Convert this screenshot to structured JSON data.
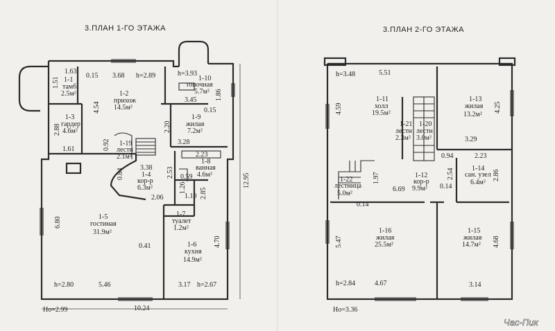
{
  "titles": {
    "plan1": "3.ПЛАН  1-ГО  ЭТАЖА",
    "plan2": "3.ПЛАН  2-ГО  ЭТАЖА"
  },
  "watermark": "Час-Пик",
  "floor1": {
    "rooms": [
      {
        "id": "1-1",
        "name": "тамб",
        "area": "2.5м²"
      },
      {
        "id": "1-2",
        "name": "прихож",
        "area": "14.5м²"
      },
      {
        "id": "1-3",
        "name": "гардер",
        "area": "4.6м²"
      },
      {
        "id": "1-4",
        "name": "кор-р",
        "area": "6.3м²"
      },
      {
        "id": "1-5",
        "name": "гостиная",
        "area": "31.9м²"
      },
      {
        "id": "1-6",
        "name": "кухня",
        "area": "14.9м²"
      },
      {
        "id": "1-7",
        "name": "туалет",
        "area": "1.2м²"
      },
      {
        "id": "1-8",
        "name": "ванная",
        "area": "4.6м²"
      },
      {
        "id": "1-9",
        "name": "жилая",
        "area": "7.2м²"
      },
      {
        "id": "1-10",
        "name": "топочная",
        "area": "5.7м²"
      },
      {
        "id": "1-19",
        "name": "лестн",
        "area": "2.1м²"
      }
    ],
    "dims": [
      "1.63",
      "0.15",
      "3.68",
      "h=2.89",
      "h=3.93",
      "1.51",
      "4.54",
      "1.86",
      "3.45",
      "0.15",
      "2.88",
      "2.20",
      "3.28",
      "1.61",
      "0.92",
      "2.23",
      "0.84",
      "3.38",
      "2.53",
      "0.59",
      "1.26",
      "2.85",
      "12.95",
      "2.06",
      "1.10",
      "6.80",
      "0.41",
      "4.70",
      "h=2.80",
      "5.46",
      "3.17",
      "h=2.67",
      "10.24"
    ],
    "ho": "Ho=2.99"
  },
  "floor2": {
    "rooms": [
      {
        "id": "1-11",
        "name": "холл",
        "area": "19.5м²"
      },
      {
        "id": "1-12",
        "name": "кор-р",
        "area": "9.9м²"
      },
      {
        "id": "1-13",
        "name": "жилая",
        "area": "13.2м²"
      },
      {
        "id": "1-14",
        "name": "сан. узел",
        "area": "6.4м²"
      },
      {
        "id": "1-15",
        "name": "жилая",
        "area": "14.7м²"
      },
      {
        "id": "1-16",
        "name": "жилая",
        "area": "25.5м²"
      },
      {
        "id": "1-20",
        "name": "лестн",
        "area": "3.0м²"
      },
      {
        "id": "1-21",
        "name": "лестн",
        "area": "2.3м²"
      },
      {
        "id": "1-22",
        "name": "лестница",
        "area": "5.0м²"
      }
    ],
    "dims": [
      "h=3.48",
      "5.51",
      "4.59",
      "4.25",
      "3.29",
      "0.94",
      "2.23",
      "1.97",
      "2.54",
      "2.86",
      "6.69",
      "0.14",
      "0.14",
      "5.47",
      "4.68",
      "h=2.84",
      "4.67",
      "3.14"
    ],
    "ho": "Ho=3.36"
  }
}
